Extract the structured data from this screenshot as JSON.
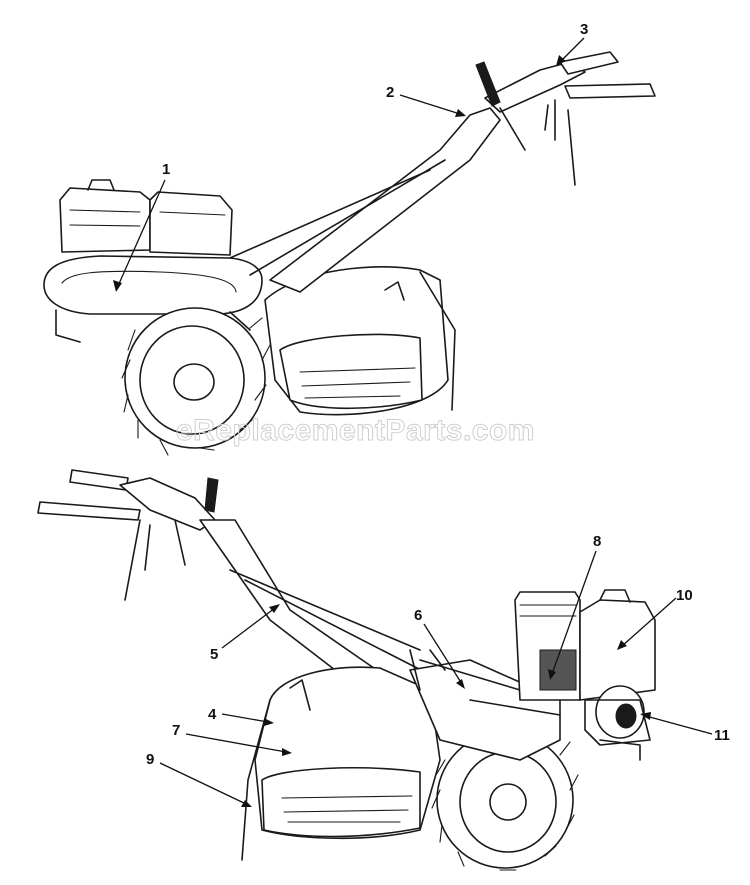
{
  "watermark": "eReplacementParts.com",
  "callouts": [
    {
      "id": "1",
      "label": "1"
    },
    {
      "id": "2",
      "label": "2"
    },
    {
      "id": "3",
      "label": "3"
    },
    {
      "id": "4",
      "label": "4"
    },
    {
      "id": "5",
      "label": "5"
    },
    {
      "id": "6",
      "label": "6"
    },
    {
      "id": "7",
      "label": "7"
    },
    {
      "id": "8",
      "label": "8"
    },
    {
      "id": "9",
      "label": "9"
    },
    {
      "id": "10",
      "label": "10"
    },
    {
      "id": "11",
      "label": "11"
    }
  ]
}
